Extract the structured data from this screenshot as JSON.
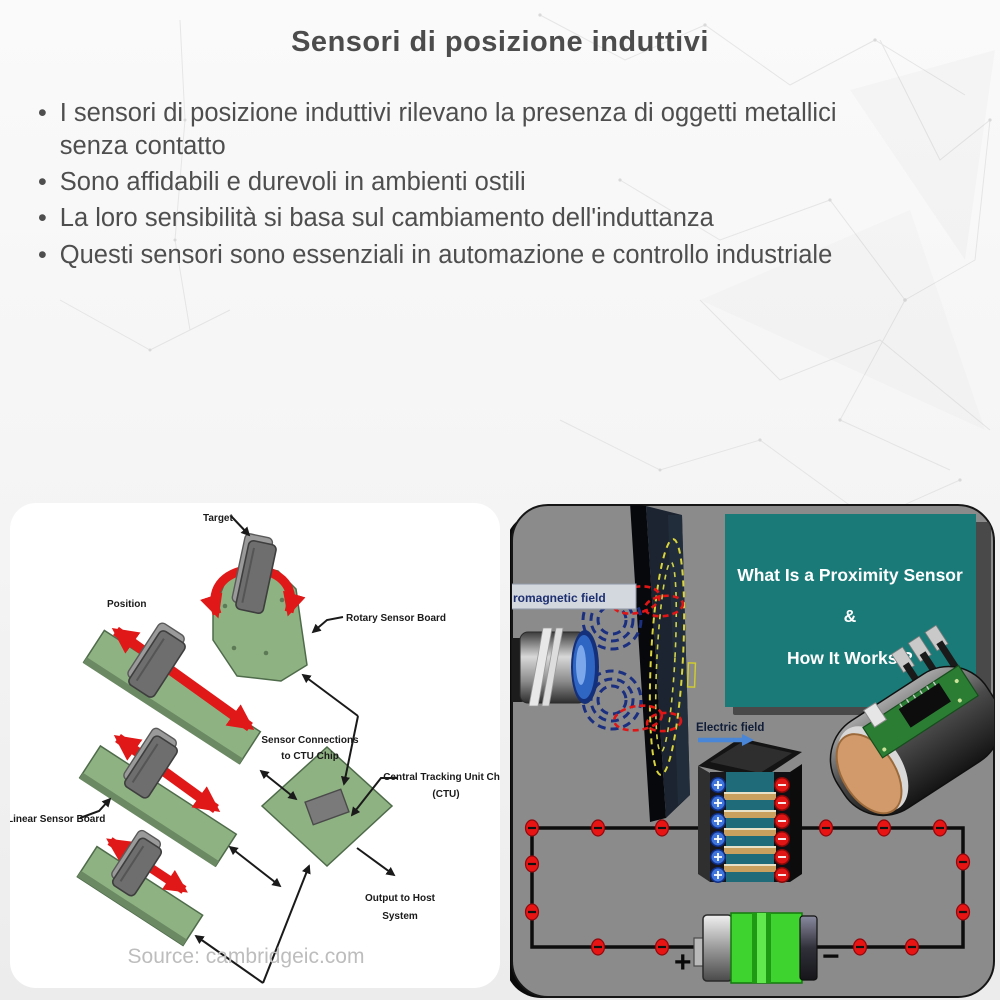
{
  "slide": {
    "title": "Sensori di posizione induttivi",
    "bullets": [
      "I sensori di posizione induttivi rilevano la presenza di oggetti metallici senza contatto",
      "Sono affidabili e durevoli in ambienti ostili",
      "La loro sensibilità si basa sul cambiamento dell'induttanza",
      "Questi sensori sono essenziali in automazione e controllo industriale"
    ],
    "bullet_marker": "•"
  },
  "left_figure": {
    "labels": {
      "target": "Target",
      "position": "Position",
      "rotary": "Rotary Sensor Board",
      "connections": [
        "Sensor Connections",
        "to CTU Chip"
      ],
      "ctu": [
        "Central Tracking Unit Chip",
        "(CTU)"
      ],
      "linear": "Linear Sensor Board",
      "output": [
        "Output to Host",
        "System"
      ]
    },
    "source": "Source: cambridgeic.com"
  },
  "right_figure": {
    "heading": [
      "What Is a Proximity Sensor",
      "&",
      "How It Works ?"
    ],
    "labels": {
      "em_field": "romagnetic field",
      "electric_field": "Electric field",
      "battery_plus": "+",
      "battery_minus": "−"
    }
  },
  "colors": {
    "slide_background": "#f4f4f4",
    "text_gray": "#4d4d4d",
    "board_green": "#8fb283",
    "arrow_red": "#e01818",
    "panel_gray": "#8b8b8b",
    "heading_teal": "#1a7a78",
    "field_navy": "#1b2f80",
    "eddy_red": "#e01616",
    "plate_dark": "#1b2430",
    "battery_green": "#3fd32f",
    "copper": "#d29a6a"
  }
}
